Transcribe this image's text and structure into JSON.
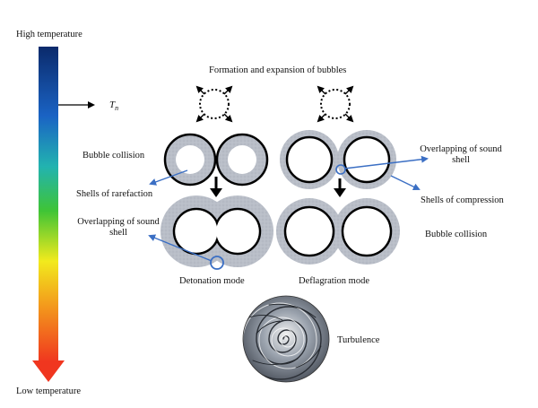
{
  "temperature_axis": {
    "high_label": "High temperature",
    "low_label": "Low temperature",
    "marker_label": "T",
    "marker_subscript": "n",
    "gradient_colors": [
      "#0b2a6b",
      "#1a63c4",
      "#22b3b0",
      "#3fc436",
      "#f2ea1d",
      "#f39a1c",
      "#f0361f"
    ]
  },
  "labels": {
    "formation": "Formation and expansion of bubbles",
    "bubble_collision_left": "Bubble collision",
    "shells_rarefaction": "Shells of rarefaction",
    "overlap_left": "Overlapping of sound shell",
    "detonation": "Detonation mode",
    "overlap_right": "Overlapping of sound shell",
    "shells_compression": "Shells of compression",
    "bubble_collision_right": "Bubble collision",
    "deflagration": "Deflagration mode",
    "turbulence": "Turbulence"
  },
  "colors": {
    "shell": "#b9bec8",
    "pointer": "#3b6fc4",
    "outline": "#000000"
  }
}
